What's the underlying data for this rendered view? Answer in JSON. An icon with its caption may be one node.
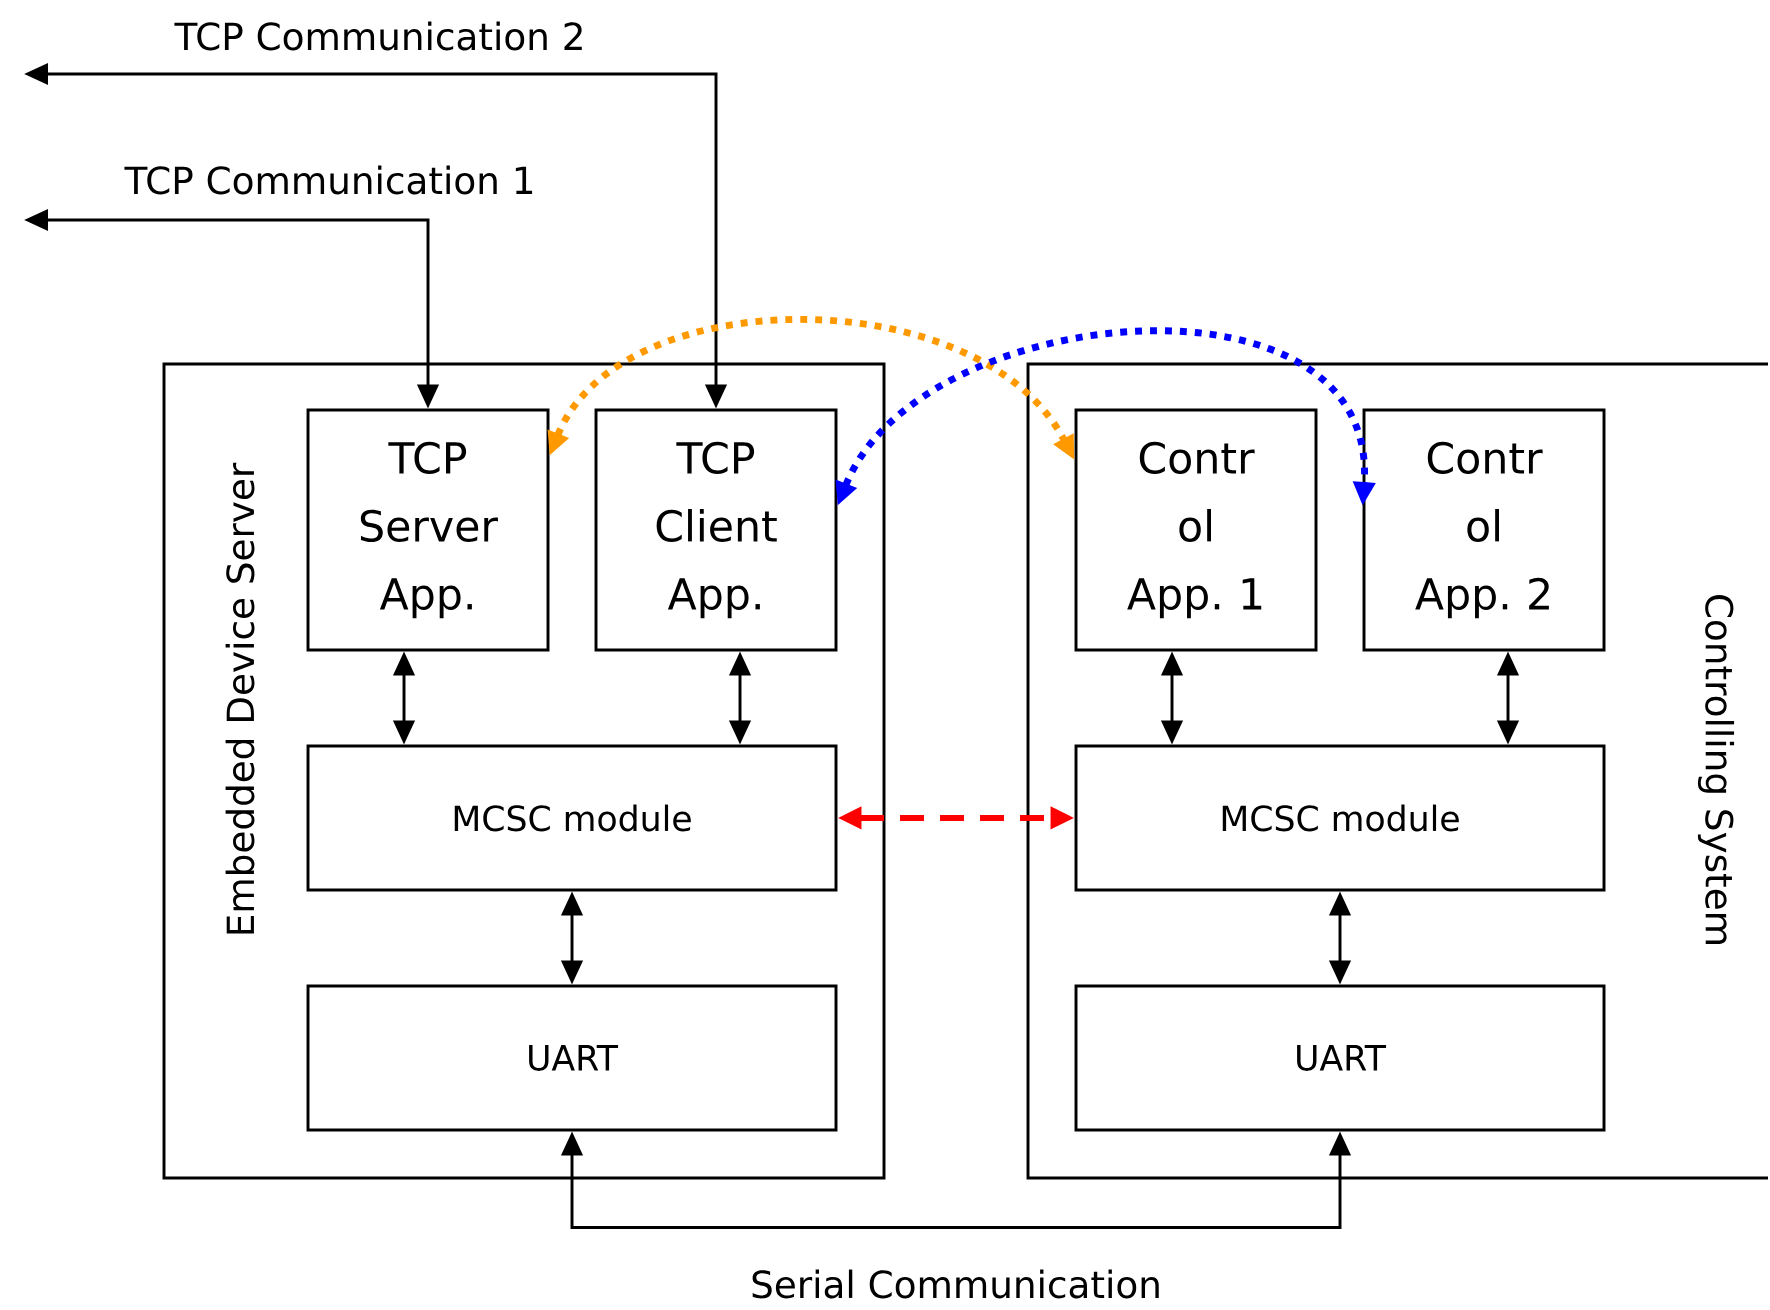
{
  "diagram": {
    "nodes": [
      {
        "text": [
          "Embedded Device Server"
        ]
      },
      {
        "text": [
          "TCP Server App."
        ],
        "in": 0
      },
      {
        "text": [
          "TCP Client App."
        ],
        "in": 0
      },
      {
        "text": [
          "MCSC module"
        ],
        "in": 0
      },
      {
        "text": [
          "UART"
        ],
        "in": 0
      },
      {
        "text": [
          "Controlling System"
        ]
      },
      {
        "text": [
          "Contr ol App. 1"
        ],
        "in": 5
      },
      {
        "text": [
          "Contr ol App. 2"
        ],
        "in": 5
      },
      {
        "text": [
          "MCSC module"
        ],
        "in": 5
      },
      {
        "text": [
          "UART"
        ],
        "in": 5
      }
    ],
    "edges": [
      {
        "from": 1,
        "to": null,
        "arrow": "both",
        "label": "TCP Communication 1"
      },
      {
        "from": 2,
        "to": null,
        "arrow": "both",
        "label": "TCP Communication 2"
      },
      {
        "from": 1,
        "to": 6,
        "arrow": "both",
        "style": "dashed",
        "color": "#ff9900"
      },
      {
        "from": 2,
        "to": 7,
        "arrow": "both",
        "style": "dashed",
        "color": "#0000ff"
      },
      {
        "from": 1,
        "to": 3,
        "arrow": "both"
      },
      {
        "from": 2,
        "to": 3,
        "arrow": "both"
      },
      {
        "from": 3,
        "to": 4,
        "arrow": "both"
      },
      {
        "from": 3,
        "to": 8,
        "arrow": "both",
        "style": "dashed",
        "color": "#ff0000"
      },
      {
        "from": 6,
        "to": 8,
        "arrow": "both"
      },
      {
        "from": 7,
        "to": 8,
        "arrow": "both"
      },
      {
        "from": 8,
        "to": 9,
        "arrow": "both"
      },
      {
        "from": 4,
        "to": 9,
        "arrow": "both",
        "label": "Serial Communication"
      }
    ]
  }
}
